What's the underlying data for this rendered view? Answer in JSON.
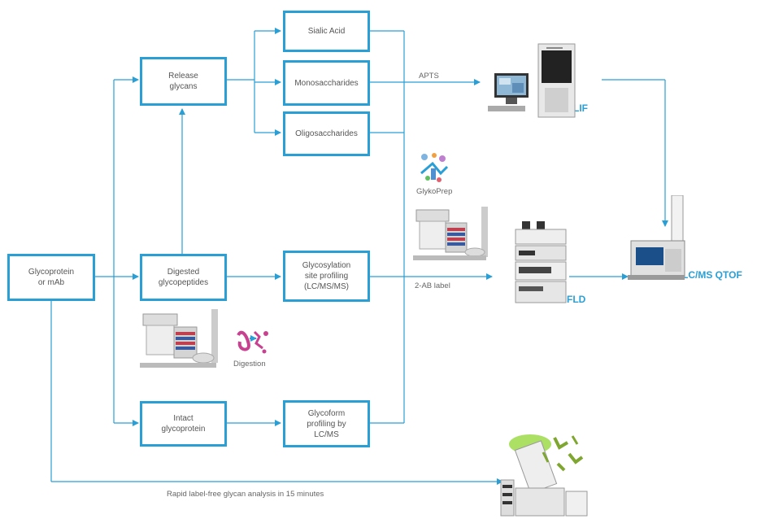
{
  "boxes": {
    "glycoprotein": "Glycoprotein\nor mAb",
    "release": "Release\nglycans",
    "digested": "Digested\nglycopeptides",
    "intact": "Intact\nglycoprotein",
    "sialic": "Sialic Acid",
    "mono": "Monosaccharides",
    "oligo": "Oligosaccharides",
    "site": "Glycosylation\nsite profiling\n(LC/MS/MS)",
    "glycoform": "Glycoform\nprofiling by\nLC/MS"
  },
  "labels": {
    "apts": "APTS",
    "glykoprep": "GlykoPrep",
    "ab2": "2-AB label",
    "digestion": "Digestion",
    "rapid": "Rapid label-free glycan analysis in 15 minutes"
  },
  "instruments": {
    "lif": "LIF",
    "fld": "FLD",
    "qtof": "LC/MS QTOF"
  },
  "colors": {
    "accent": "#2a9fd6",
    "text": "#555555"
  }
}
